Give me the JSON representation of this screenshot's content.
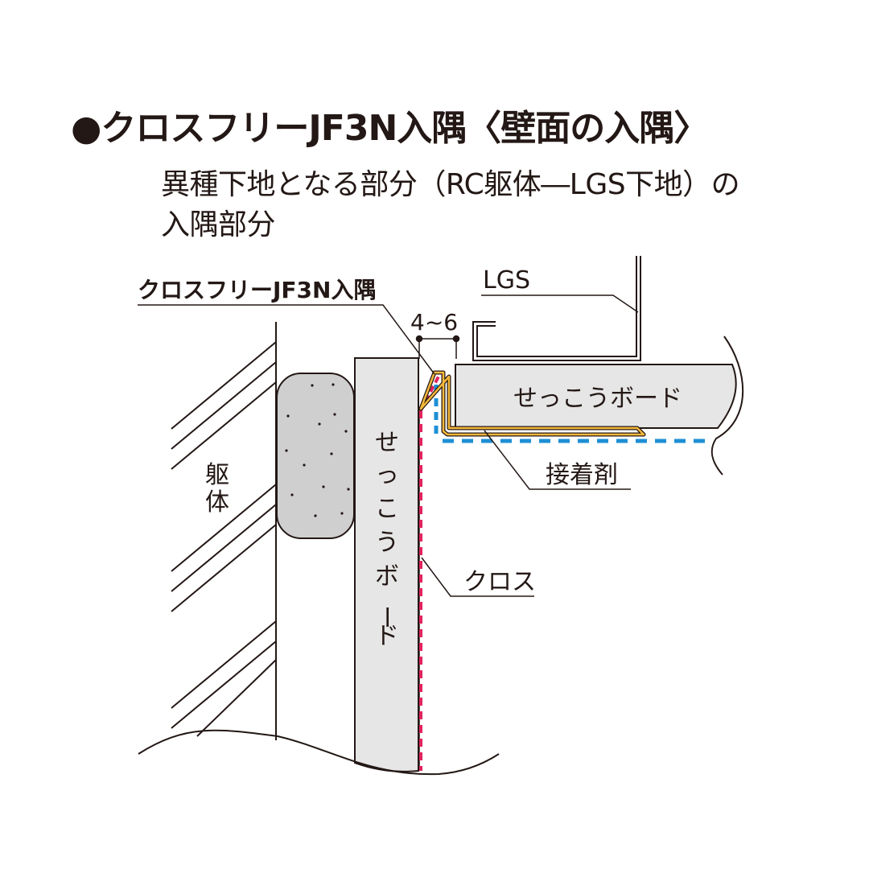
{
  "header": {
    "bullet": "●",
    "title": "クロスフリーJF3N入隅〈壁面の入隅〉",
    "subtitle_line1": "異種下地となる部分（RC躯体―LGS下地）の",
    "subtitle_line2": "入隅部分"
  },
  "diagram": {
    "labels": {
      "product": "クロスフリーJF3N入隅",
      "lgs": "LGS",
      "gap": "4~6",
      "gypsum_horizontal": "せっこうボード",
      "gypsum_vertical": [
        "せ",
        "っ",
        "こ",
        "う",
        "ボ",
        "ー",
        "ド"
      ],
      "structure": [
        "躯",
        "体"
      ],
      "adhesive": "接着剤",
      "cloth": "クロス"
    },
    "colors": {
      "ink": "#231815",
      "board_fill": "#e6e6e6",
      "bond_fill": "#cfcfcf",
      "cloth_red": "#e0245e",
      "cloth_blue": "#1e8fd5",
      "corner_yellow": "#f5b83a"
    }
  }
}
